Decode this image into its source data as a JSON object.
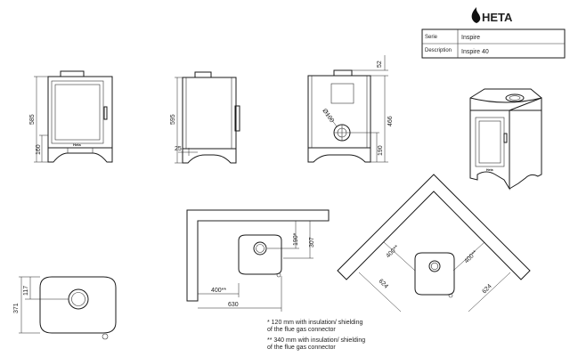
{
  "brand": {
    "logo_text": "HETA"
  },
  "title_block": {
    "serie_label": "Serie",
    "serie_value": "Inspire",
    "description_label": "Description",
    "description_value": "Inspire 40"
  },
  "dimensions": {
    "front_height": "585",
    "front_base": "160",
    "side_height": "595",
    "side_depth": "25",
    "rear_top": "52",
    "rear_height": "466",
    "rear_lower": "190",
    "flue_diameter": "Ø100",
    "top_depth": "371",
    "top_small": "117",
    "wall_flue_offset": "190*",
    "wall_depth": "307",
    "wall_side_clear": "400**",
    "wall_total": "630",
    "corner_left_clear": "400**",
    "corner_right_clear": "400**",
    "corner_left_length": "624",
    "corner_right_length": "624"
  },
  "notes": {
    "line1": "* 120 mm with insulation/ shielding",
    "line2": "of the flue gas connector",
    "line3": "** 340 mm with insulation/ shielding",
    "line4": "of the flue gas connector"
  },
  "stove_badge": "Heta"
}
